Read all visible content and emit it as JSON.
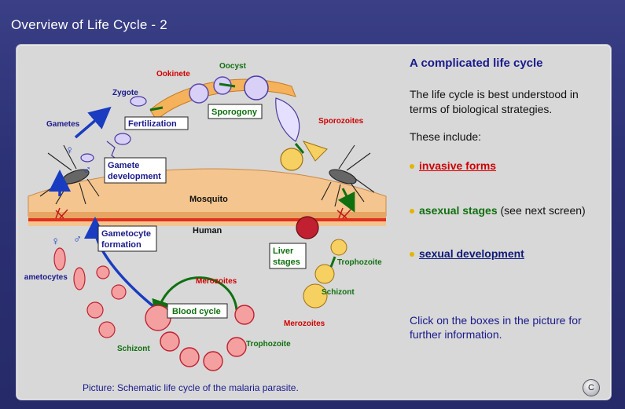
{
  "window": {
    "title": "Overview of Life Cycle - 2"
  },
  "diagram": {
    "labels": {
      "ookinete": "Ookinete",
      "oocyst": "Oocyst",
      "zygote": "Zygote",
      "gametes": "Gametes",
      "fertilization": "Fertilization",
      "sporogony": "Sporogony",
      "sporozoites": "Sporozoites",
      "gamete_development": "Gamete development",
      "mosquito": "Mosquito",
      "human": "Human",
      "gametocyte_formation": "Gametocyte formation",
      "gametocytes": "Gametocytes",
      "liver_stages": "Liver stages",
      "trophozoite_liver": "Trophozoite",
      "schizont_liver": "Schizont",
      "merozoites_top": "Merozoites",
      "merozoites_right": "Merozoites",
      "blood_cycle": "Blood cycle",
      "schizont_blood": "Schizont",
      "trophozoite_blood": "Trophozoite",
      "female_symbol": "♀",
      "male_symbol": "♂"
    },
    "caption": "Picture: Schematic life cycle of the malaria parasite."
  },
  "content": {
    "heading": "A complicated life cycle",
    "intro": "The life cycle is best understood in terms of biological strategies.",
    "includes": "These include:",
    "bullets": [
      {
        "label": "invasive forms",
        "note": ""
      },
      {
        "label": "asexual stages",
        "note": " (see next screen)"
      },
      {
        "label": "sexual development",
        "note": ""
      }
    ],
    "instruction": "Click on the boxes in the picture for further information."
  },
  "controls": {
    "copyright_label": "C"
  },
  "colors": {
    "accent_navy": "#1a1a8c",
    "red": "#d00000",
    "green": "#107010",
    "bullet": "#e3b400"
  }
}
